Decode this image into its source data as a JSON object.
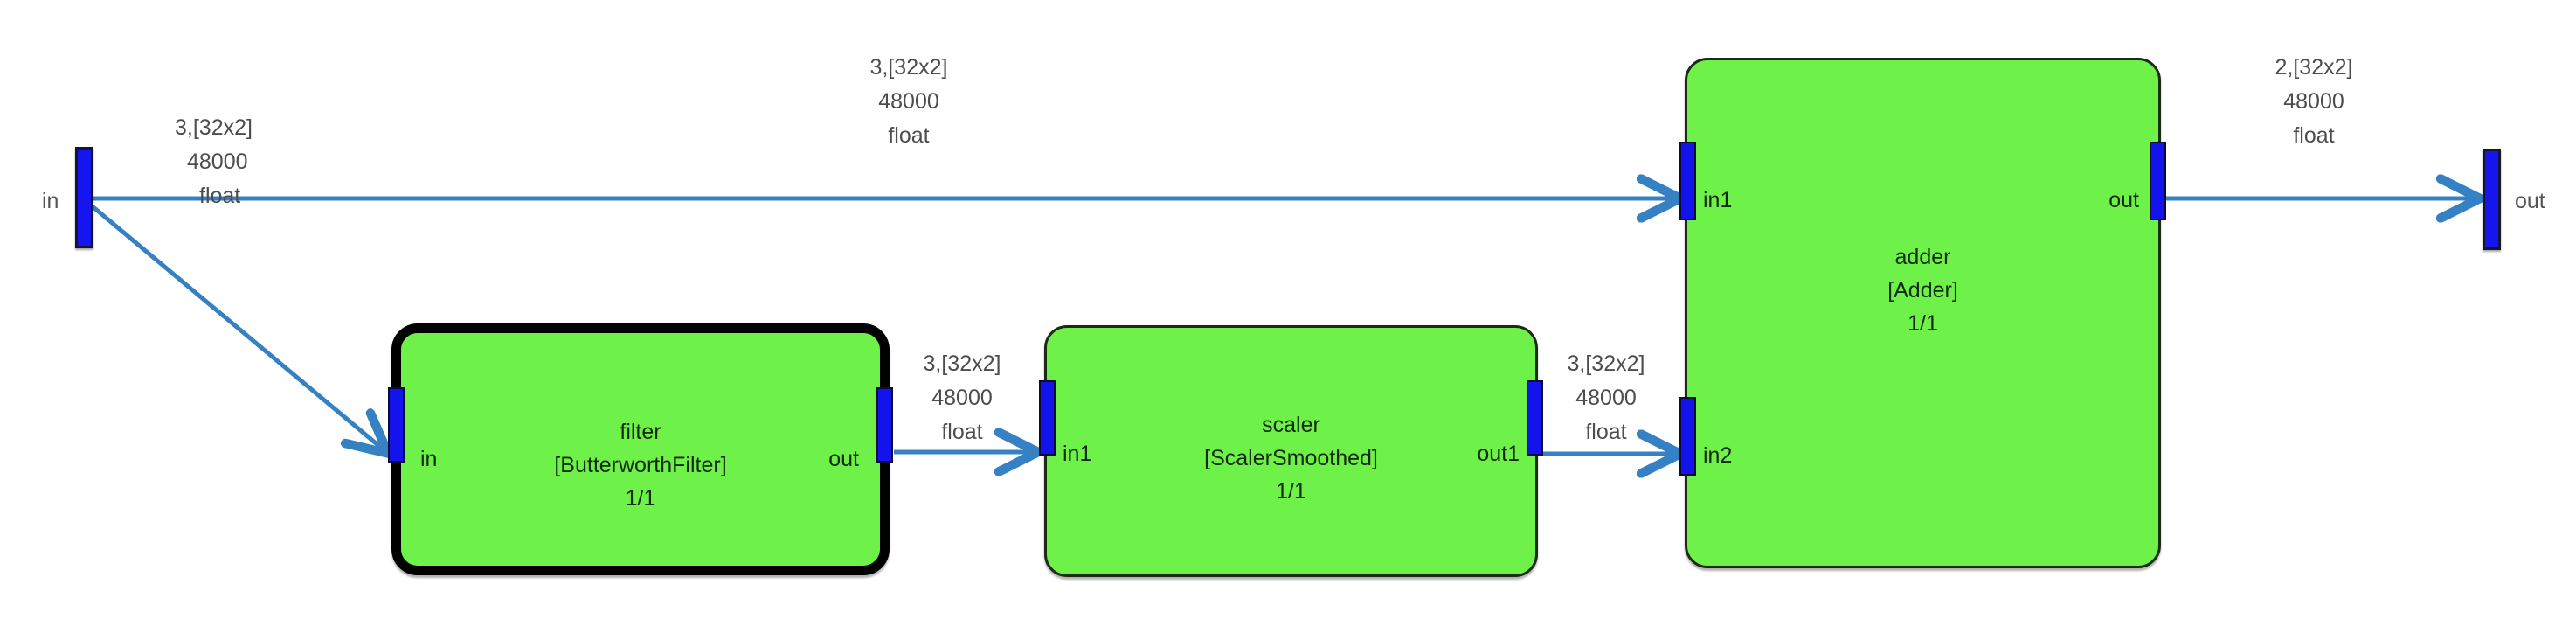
{
  "diagram": {
    "title": "signal processing dataflow graph",
    "colors": {
      "block_fill": "#6EF24A",
      "block_border": "#1d2b16",
      "selected_border": "#000000",
      "port_blue": "#1313EE",
      "wire_blue": "#3681C4",
      "label_gray": "#4d4d4d",
      "canvas": "#ffffff"
    }
  },
  "terminals": [
    {
      "id": "graph-in",
      "label": "in"
    },
    {
      "id": "graph-out",
      "label": "out"
    }
  ],
  "blocks": [
    {
      "id": "filter",
      "name": "filter",
      "type": "[ButterworthFilter]",
      "ratio": "1/1",
      "selected": true,
      "inputs": [
        {
          "label": "in"
        }
      ],
      "outputs": [
        {
          "label": "out"
        }
      ]
    },
    {
      "id": "scaler",
      "name": "scaler",
      "type": "[ScalerSmoothed]",
      "ratio": "1/1",
      "selected": false,
      "inputs": [
        {
          "label": "in1"
        }
      ],
      "outputs": [
        {
          "label": "out1"
        }
      ]
    },
    {
      "id": "adder",
      "name": "adder",
      "type": "[Adder]",
      "ratio": "1/1",
      "selected": false,
      "inputs": [
        {
          "label": "in1"
        },
        {
          "label": "in2"
        }
      ],
      "outputs": [
        {
          "label": "out"
        }
      ]
    }
  ],
  "edges": [
    {
      "id": "in-to-adder-in1",
      "from": "graph-in",
      "to": "adder.in1",
      "label": {
        "line1": "3,[32x2]",
        "line2": "48000",
        "line3": "float"
      }
    },
    {
      "id": "in-to-filter-in",
      "from": "graph-in",
      "to": "filter.in",
      "label": {
        "line1": "3,[32x2]",
        "line2": "48000",
        "line3": "float"
      }
    },
    {
      "id": "filter-out-to-scaler-in1",
      "from": "filter.out",
      "to": "scaler.in1",
      "label": {
        "line1": "3,[32x2]",
        "line2": "48000",
        "line3": "float"
      }
    },
    {
      "id": "scaler-out1-to-adder-in2",
      "from": "scaler.out1",
      "to": "adder.in2",
      "label": {
        "line1": "3,[32x2]",
        "line2": "48000",
        "line3": "float"
      }
    },
    {
      "id": "adder-out-to-graph-out",
      "from": "adder.out",
      "to": "graph-out",
      "label": {
        "line1": "2,[32x2]",
        "line2": "48000",
        "line3": "float"
      }
    }
  ]
}
